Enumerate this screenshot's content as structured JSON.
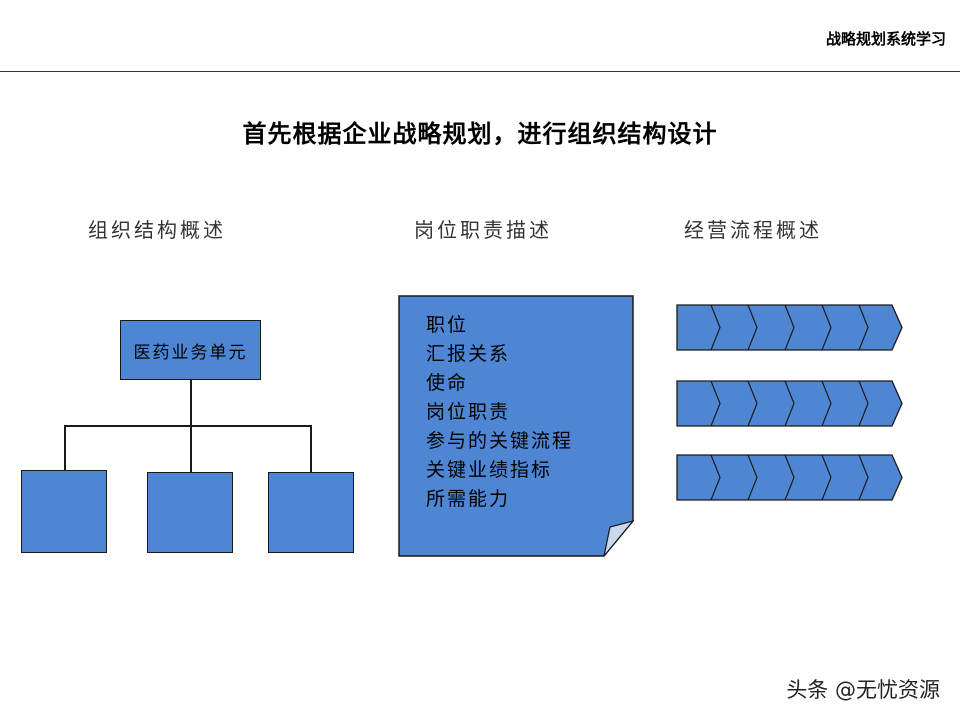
{
  "header": {
    "brand": "战略规划系统学习"
  },
  "slide": {
    "title": "首先根据企业战略规划，进行组织结构设计"
  },
  "sections": {
    "org": {
      "heading": "组织结构概述",
      "unit_label": "医药业务单元"
    },
    "job": {
      "heading": "岗位职责描述",
      "items": [
        "职位",
        "汇报关系",
        "使命",
        "岗位职责",
        "参与的关键流程",
        "关键业绩指标",
        "所需能力"
      ]
    },
    "process": {
      "heading": "经营流程概述"
    }
  },
  "colors": {
    "box_fill": "#4f86d3",
    "stroke": "#1a1a1a"
  },
  "watermark": {
    "text": "头条 @无忧资源"
  }
}
